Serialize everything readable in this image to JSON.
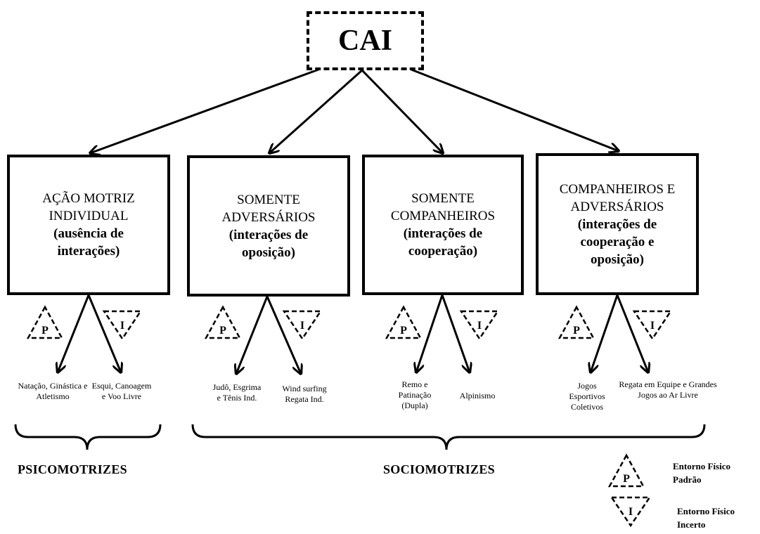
{
  "root": {
    "label": "CAI"
  },
  "boxes": [
    {
      "title": "AÇÃO MOTRIZ INDIVIDUAL",
      "subtitle": "(ausência de interações)"
    },
    {
      "title": "SOMENTE ADVERSÁRIOS",
      "subtitle": "(interações de oposição)"
    },
    {
      "title": "SOMENTE COMPANHEIROS",
      "subtitle": "(interações de cooperação)"
    },
    {
      "title": "COMPANHEIROS E ADVERSÁRIOS",
      "subtitle": "(interações de cooperação e oposição)"
    }
  ],
  "markers": {
    "standard": "P",
    "uncertain": "I"
  },
  "leaves": [
    "Natação, Ginástica e Atletismo",
    "Esqui, Canoagem e Voo Livre",
    "Judô, Esgrima e Tênis Ind.",
    "Wind surfing Regata Ind.",
    "Remo e Patinação (Dupla)",
    "Alpinismo",
    "Jogos Esportivos Coletivos",
    "Regata em Equipe e Grandes Jogos ao Ar Livre"
  ],
  "groups": {
    "psico": "PSICOMOTRIZES",
    "socio": "SOCIOMOTRIZES"
  },
  "legend": {
    "standard": "Entorno Físico Padrão",
    "uncertain": "Entorno Físico Incerto"
  }
}
